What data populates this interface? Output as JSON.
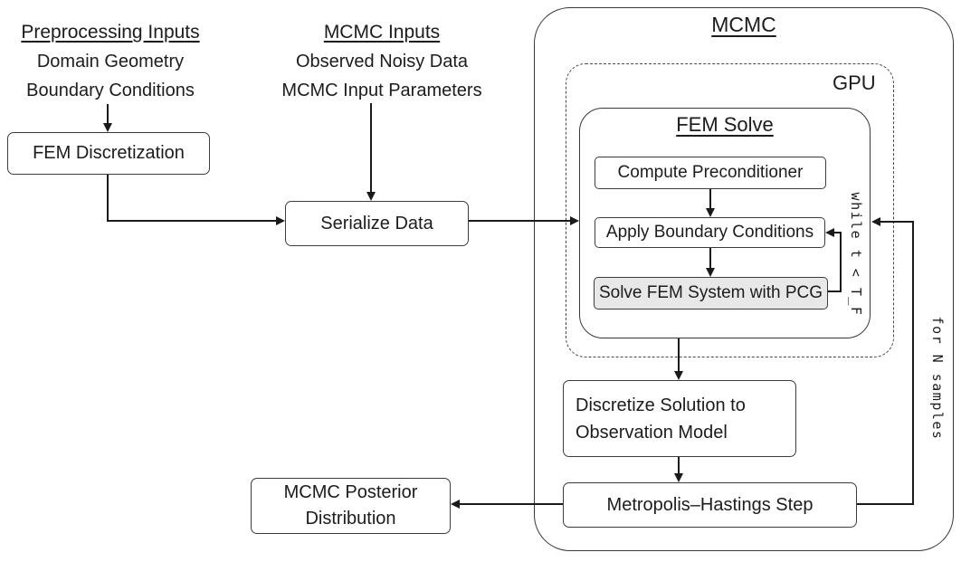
{
  "inputs": {
    "preprocessing": {
      "title": "Preprocessing Inputs",
      "line1": "Domain Geometry",
      "line2": "Boundary Conditions"
    },
    "mcmc": {
      "title": "MCMC Inputs",
      "line1": "Observed Noisy Data",
      "line2": "MCMC Input Parameters"
    }
  },
  "containers": {
    "mcmc_title": "MCMC",
    "gpu_label": "GPU",
    "fem_solve_title": "FEM Solve"
  },
  "nodes": {
    "fem_discretization": {
      "label": "FEM Discretization"
    },
    "serialize_data": {
      "label": "Serialize Data"
    },
    "compute_preconditioner": {
      "label": "Compute Preconditioner"
    },
    "apply_boundary_conditions": {
      "label": "Apply Boundary Conditions"
    },
    "solve_fem_pcg": {
      "label": "Solve FEM System with PCG"
    },
    "discretize": {
      "line1": "Discretize Solution to",
      "line2": "Observation Model"
    },
    "metropolis_hastings": {
      "label": "Metropolis–Hastings Step"
    },
    "posterior": {
      "line1": "MCMC Posterior",
      "line2": "Distribution"
    }
  },
  "loop_labels": {
    "while_loop": "while t < T_F",
    "samples_loop": "for N samples"
  },
  "colors": {
    "box_border": "#3c3c3c",
    "arrow": "#1a1a1a",
    "text": "#1c1c1c",
    "pcg_fill": "#e8e8e8",
    "background": "#ffffff"
  }
}
